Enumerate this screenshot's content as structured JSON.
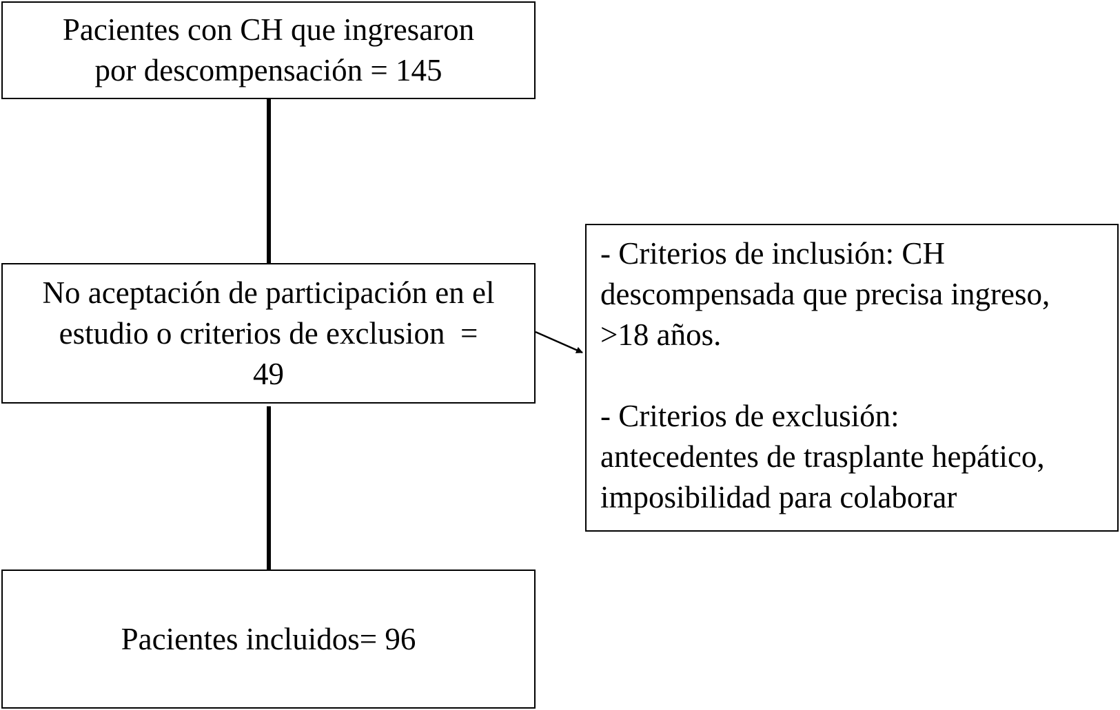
{
  "flowchart": {
    "top_box": {
      "lines": [
        "Pacientes con CH que ingresaron",
        "por descompensación = 145"
      ]
    },
    "middle_box": {
      "lines": [
        "No aceptación de participación en el",
        "estudio o criterios de exclusion  =",
        "49"
      ]
    },
    "bottom_box": {
      "lines": [
        "Pacientes incluidos= 96"
      ]
    },
    "criteria_box": {
      "inclusion_lines": [
        "- Criterios de inclusión: CH",
        "descompensada que precisa ingreso,",
        ">18 años."
      ],
      "exclusion_lines": [
        "- Criterios de exclusión:",
        "antecedentes de trasplante hepático,",
        "imposibilidad para colaborar"
      ]
    }
  },
  "colors": {
    "line": "#000000",
    "box_border": "#000000",
    "background": "#ffffff"
  }
}
